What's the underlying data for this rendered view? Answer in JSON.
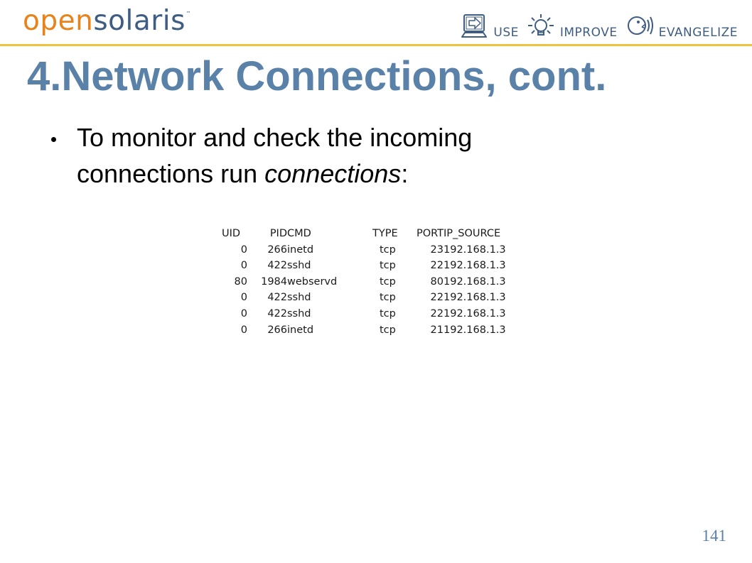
{
  "header": {
    "logo": {
      "part_open": "open",
      "part_solaris": "solaris",
      "trademark": "™"
    },
    "nav": [
      {
        "label": "USE",
        "icon": "monitor-arrow-icon"
      },
      {
        "label": "IMPROVE",
        "icon": "lightbulb-icon"
      },
      {
        "label": "EVANGELIZE",
        "icon": "speaking-head-icon"
      }
    ],
    "colors": {
      "logo_orange": "#e8821a",
      "brand_blue": "#3f5d82",
      "rule_yellow": "#f0c23e"
    }
  },
  "slide": {
    "title": "4.Network Connections, cont.",
    "title_color": "#5a82a8",
    "bullet": {
      "text_before": "To monitor and check the incoming connections run ",
      "emphasis": "connections",
      "text_after": ":"
    },
    "table": {
      "headers": [
        "UID",
        "PID",
        "CMD",
        "TYPE",
        "PORT",
        "IP_SOURCE"
      ],
      "rows": [
        [
          "0",
          "266",
          "inetd",
          "tcp",
          "23",
          "192.168.1.3"
        ],
        [
          "0",
          "422",
          "sshd",
          "tcp",
          "22",
          "192.168.1.3"
        ],
        [
          "80",
          "1984",
          "webservd",
          "tcp",
          "80",
          "192.168.1.3"
        ],
        [
          "0",
          "422",
          "sshd",
          "tcp",
          "22",
          "192.168.1.3"
        ],
        [
          "0",
          "422",
          "sshd",
          "tcp",
          "22",
          "192.168.1.3"
        ],
        [
          "0",
          "266",
          "inetd",
          "tcp",
          "21",
          "192.168.1.3"
        ]
      ]
    },
    "page_number": "141"
  }
}
